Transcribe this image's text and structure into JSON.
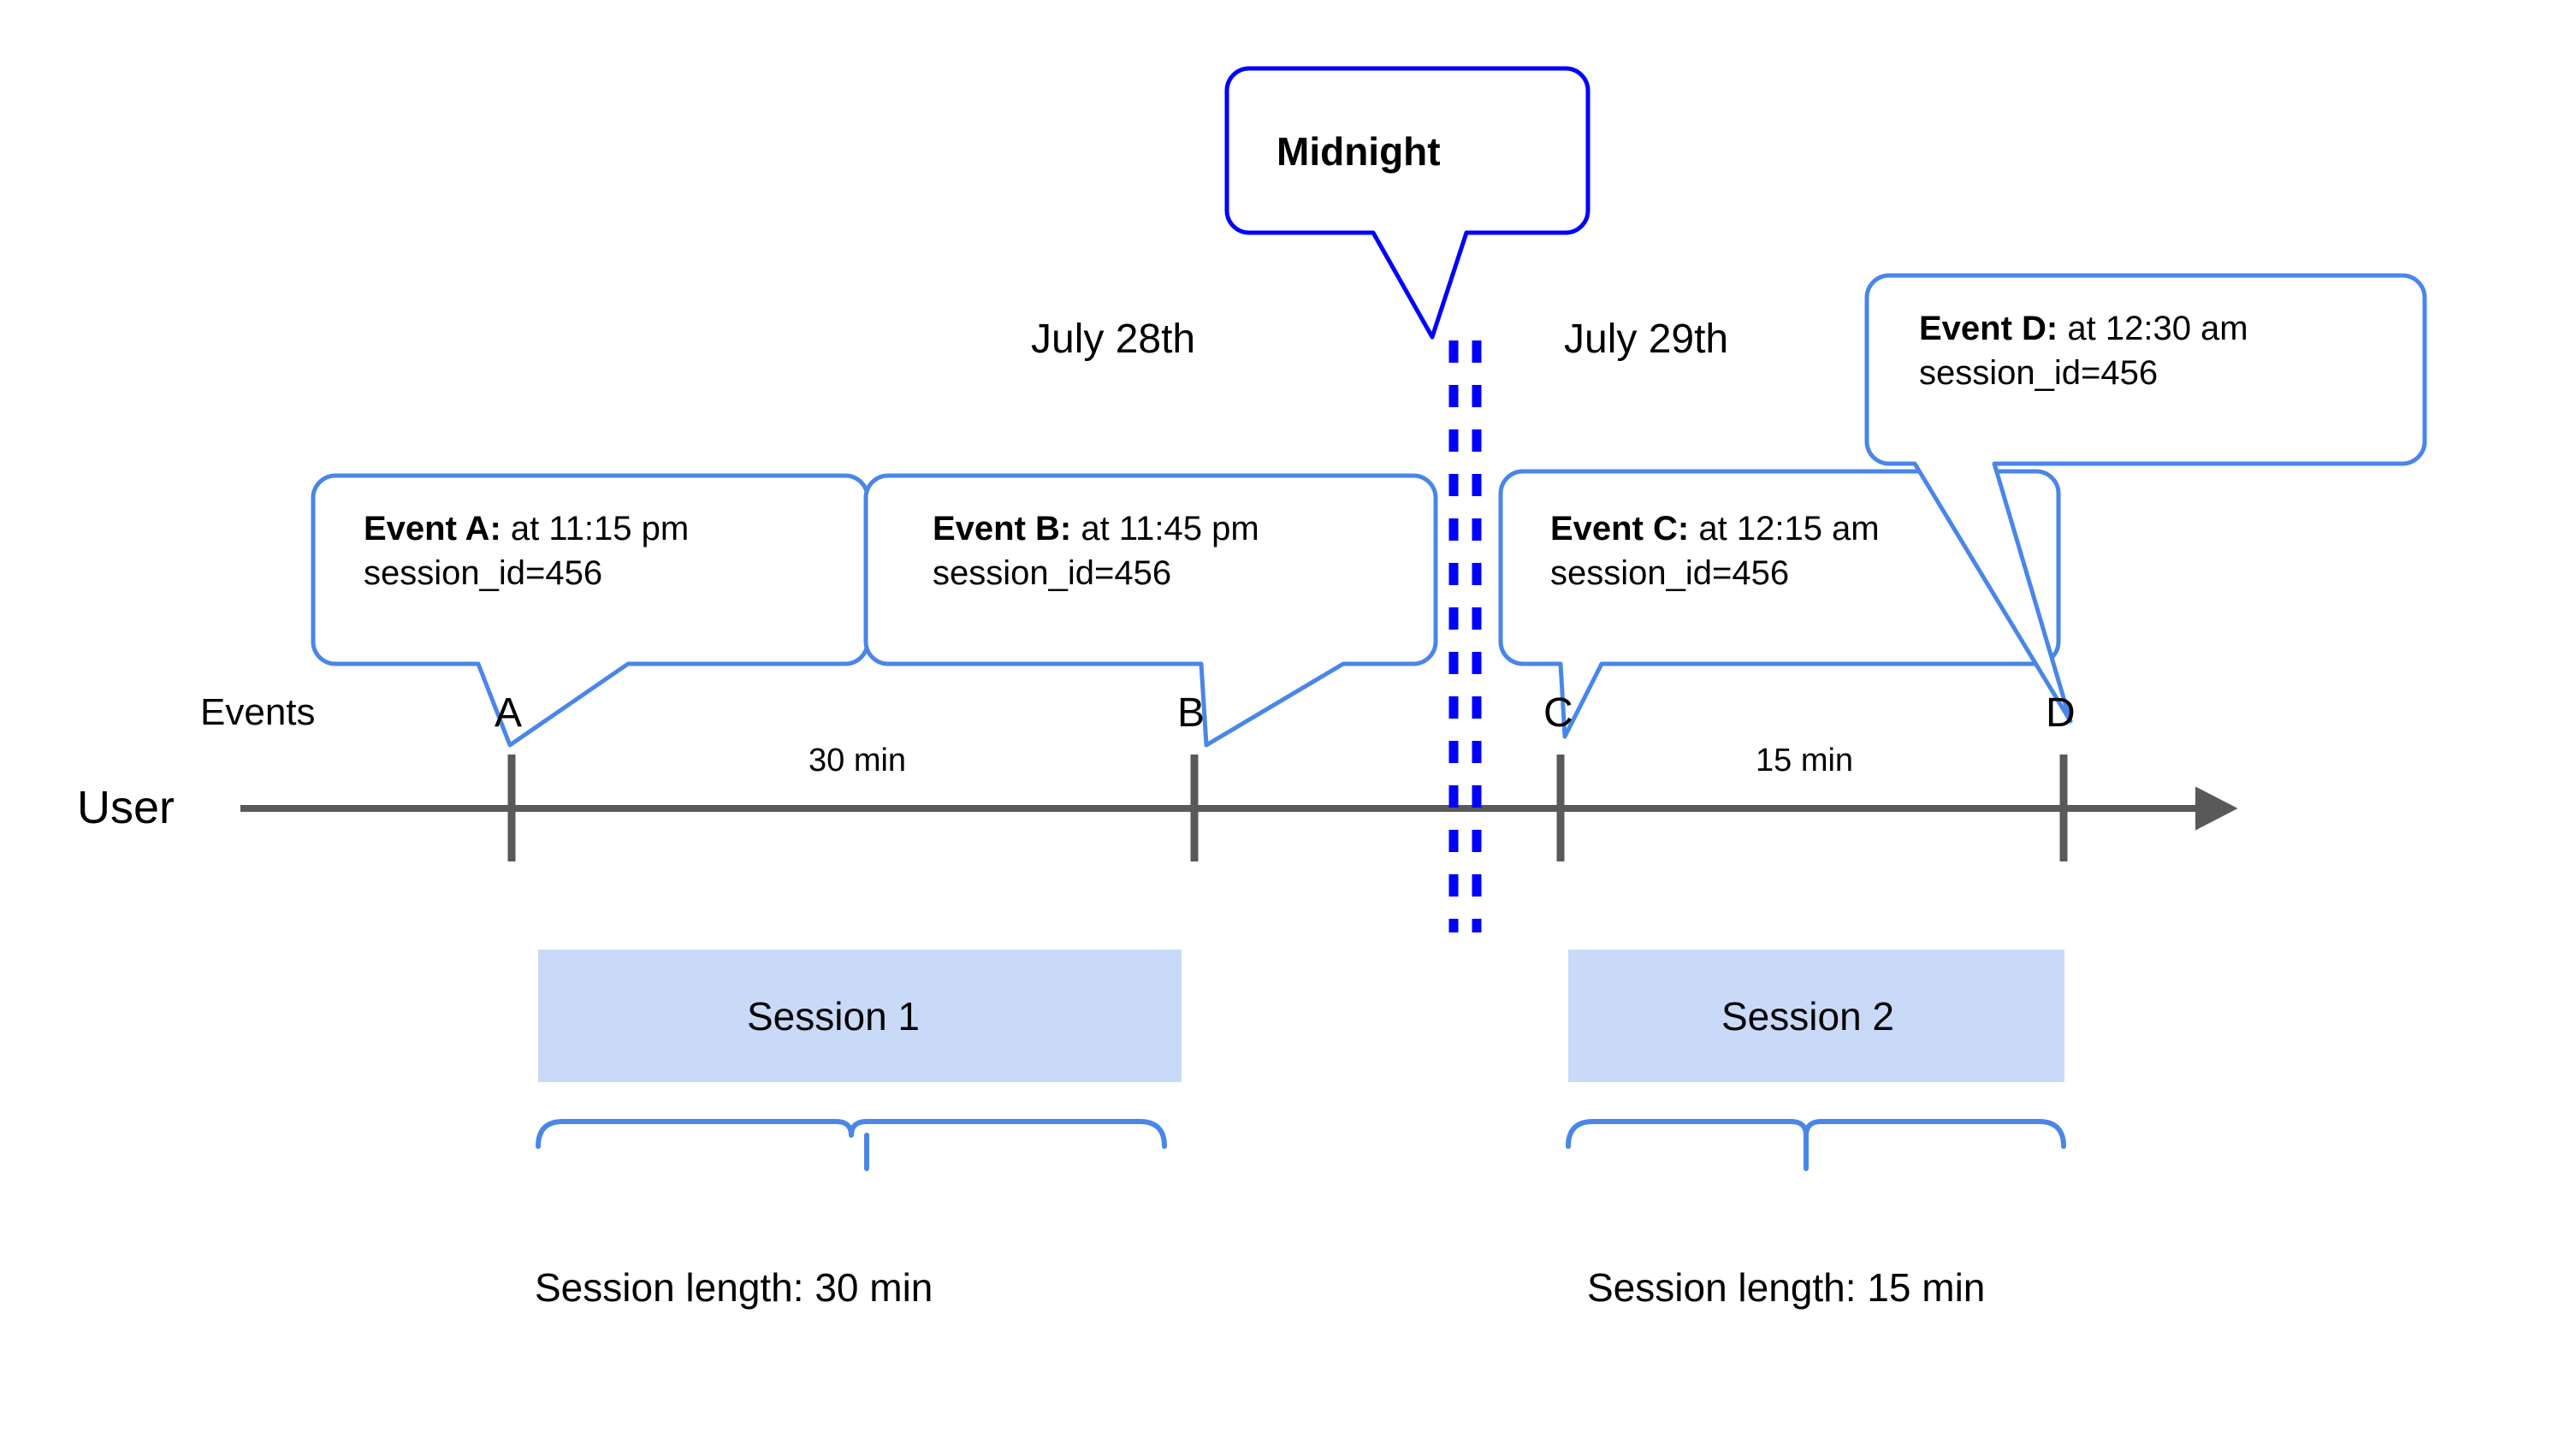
{
  "diagram": {
    "title_note": "Sessionization timeline across midnight",
    "colors": {
      "callout_border": "#4a86e8",
      "midnight_border": "#0000ff",
      "midnight_dash": "#0000ff",
      "axis": "#595959",
      "session_fill": "#c9daf8",
      "brace": "#4a86e8",
      "text": "#000000"
    },
    "axis": {
      "row_label": "User",
      "events_label": "Events"
    },
    "dates": [
      {
        "label": "July 28th"
      },
      {
        "label": "July 29th"
      }
    ],
    "midnight": {
      "label": "Midnight"
    },
    "events": [
      {
        "letter": "A",
        "title": "Event A:",
        "detail": "at 11:15 pm",
        "session_id": "session_id=456"
      },
      {
        "letter": "B",
        "title": "Event B:",
        "detail": "at 11:45 pm",
        "session_id": "session_id=456"
      },
      {
        "letter": "C",
        "title": "Event C:",
        "detail": "at 12:15 am",
        "session_id": "session_id=456"
      },
      {
        "letter": "D",
        "title": "Event D:",
        "detail": "at 12:30 am",
        "session_id": "session_id=456"
      }
    ],
    "durations": [
      {
        "label": "30 min"
      },
      {
        "label": "15 min"
      }
    ],
    "sessions": [
      {
        "label": "Session 1",
        "length_label": "Session length: 30 min"
      },
      {
        "label": "Session 2",
        "length_label": "Session length: 15 min"
      }
    ]
  }
}
